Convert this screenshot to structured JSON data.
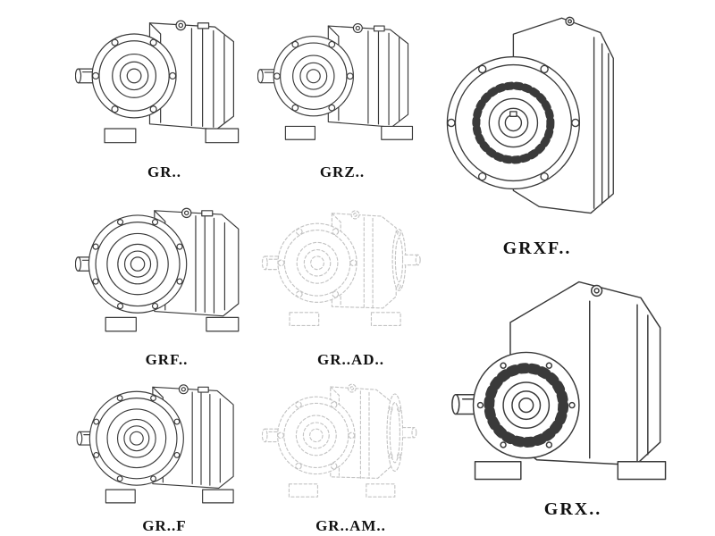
{
  "page": {
    "background_color": "#ffffff",
    "line_color": "#3a3a3a",
    "ghost_line_color": "#c3c3c3",
    "text_color": "#111111"
  },
  "figures": [
    {
      "id": "gr",
      "label": "GR..",
      "style": "solid",
      "depicts": "helical-gearbox-foot-mounted"
    },
    {
      "id": "grz",
      "label": "GRZ..",
      "style": "solid",
      "depicts": "helical-gearbox-foot-mounted"
    },
    {
      "id": "grxf",
      "label": "GRXF..",
      "style": "solid",
      "depicts": "helical-gearbox-flange-front-view"
    },
    {
      "id": "grf",
      "label": "GRF..",
      "style": "solid",
      "depicts": "helical-gearbox-flange-mounted"
    },
    {
      "id": "gr-ad",
      "label": "GR..AD..",
      "style": "ghost",
      "depicts": "helical-gearbox-input-adapter"
    },
    {
      "id": "gr-f",
      "label": "GR..F",
      "style": "solid",
      "depicts": "helical-gearbox-flange-mounted"
    },
    {
      "id": "gr-am",
      "label": "GR..AM..",
      "style": "ghost",
      "depicts": "helical-gearbox-motor-flange"
    },
    {
      "id": "grx",
      "label": "GRX..",
      "style": "solid",
      "depicts": "helical-gearbox-foot-mounted-large"
    }
  ]
}
